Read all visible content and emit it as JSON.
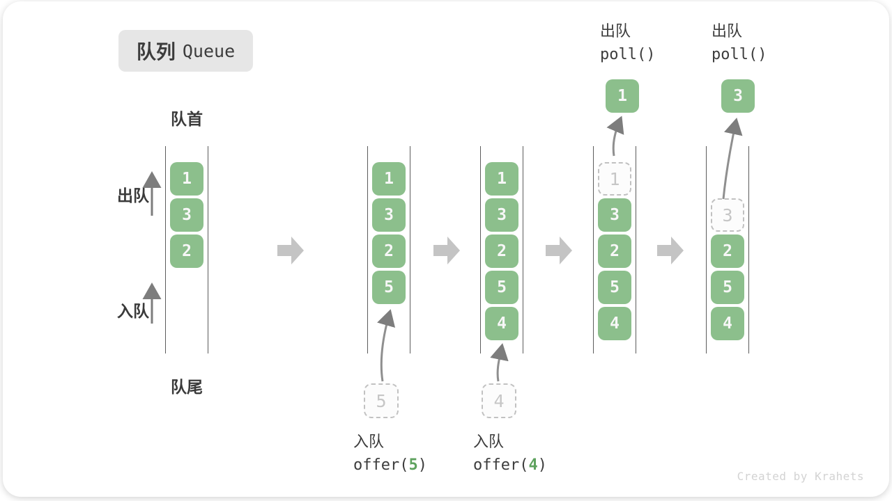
{
  "title": {
    "zh": "队列",
    "en": "Queue"
  },
  "labels": {
    "front": "队首",
    "rear": "队尾",
    "dequeue_side": "出队",
    "enqueue_side": "入队"
  },
  "colors": {
    "green": "#8cbf8c",
    "green_code": "#5ea25e",
    "block_arrow": "#c4c4c4",
    "thin_arrow": "#8f8f8f",
    "column_line": "#5c5c5c",
    "text": "#3c3c3c",
    "dashed_border": "#c1c1c1",
    "title_box_bg": "#e6e6e6",
    "watermark": "#d3d3d3"
  },
  "states": [
    {
      "cells": [
        {
          "slot": 0,
          "value": "1",
          "style": "solid"
        },
        {
          "slot": 1,
          "value": "3",
          "style": "solid"
        },
        {
          "slot": 2,
          "value": "2",
          "style": "solid"
        }
      ]
    },
    {
      "cells": [
        {
          "slot": 0,
          "value": "1",
          "style": "solid"
        },
        {
          "slot": 1,
          "value": "3",
          "style": "solid"
        },
        {
          "slot": 2,
          "value": "2",
          "style": "solid"
        },
        {
          "slot": 3,
          "value": "5",
          "style": "solid"
        }
      ]
    },
    {
      "cells": [
        {
          "slot": 0,
          "value": "1",
          "style": "solid"
        },
        {
          "slot": 1,
          "value": "3",
          "style": "solid"
        },
        {
          "slot": 2,
          "value": "2",
          "style": "solid"
        },
        {
          "slot": 3,
          "value": "5",
          "style": "solid"
        },
        {
          "slot": 4,
          "value": "4",
          "style": "solid"
        }
      ]
    },
    {
      "cells": [
        {
          "slot": 0,
          "value": "1",
          "style": "dashed"
        },
        {
          "slot": 1,
          "value": "3",
          "style": "solid"
        },
        {
          "slot": 2,
          "value": "2",
          "style": "solid"
        },
        {
          "slot": 3,
          "value": "5",
          "style": "solid"
        },
        {
          "slot": 4,
          "value": "4",
          "style": "solid"
        }
      ]
    },
    {
      "cells": [
        {
          "slot": 1,
          "value": "3",
          "style": "dashed"
        },
        {
          "slot": 2,
          "value": "2",
          "style": "solid"
        },
        {
          "slot": 3,
          "value": "5",
          "style": "solid"
        },
        {
          "slot": 4,
          "value": "4",
          "style": "solid"
        }
      ]
    }
  ],
  "operations": {
    "offer_5": {
      "label": "入队",
      "code_pre": "offer(",
      "arg": "5",
      "code_post": ")"
    },
    "offer_4": {
      "label": "入队",
      "code_pre": "offer(",
      "arg": "4",
      "code_post": ")"
    },
    "poll_1": {
      "label": "出队",
      "code": "poll()",
      "result": "1"
    },
    "poll_3": {
      "label": "出队",
      "code": "poll()",
      "result": "3"
    }
  },
  "watermark": "Created by Krahets"
}
